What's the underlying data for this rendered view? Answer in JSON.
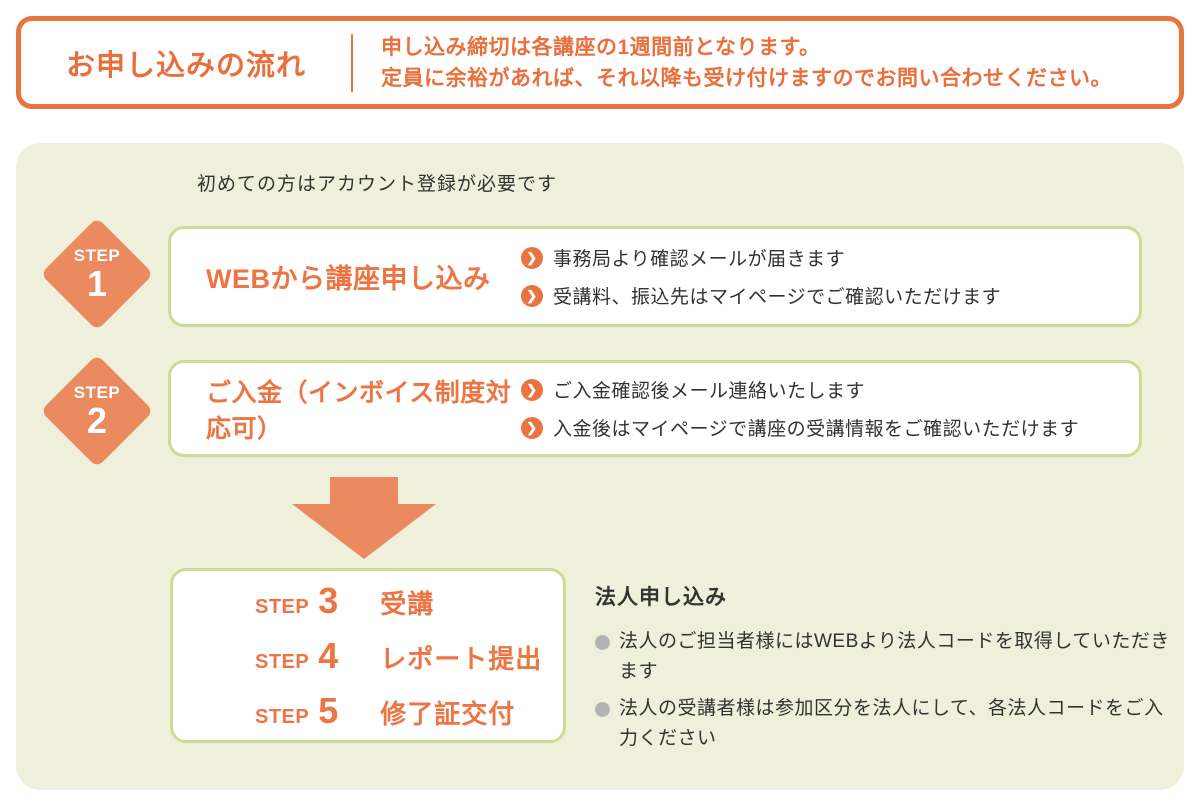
{
  "colors": {
    "accent_orange": "#e8703d",
    "accent_orange_light": "#eb8a5f",
    "bullet_orange": "#e8743f",
    "panel_green": "#eef0dc",
    "box_border_green": "#c9dc98",
    "text_dark": "#323232",
    "gray_dot": "#b3b3b3"
  },
  "header": {
    "title": "お申し込みの流れ",
    "note_line1": "申し込み締切は各講座の1週間前となります。",
    "note_line2": "定員に余裕があれば、それ以降も受け付けますのでお問い合わせください。"
  },
  "flow": {
    "intro": "初めての方はアカウント登録が必要です",
    "steps": [
      {
        "step_label": "STEP",
        "number": "1",
        "title": "WEBから講座申し込み",
        "points": [
          "事務局より確認メールが届きます",
          "受講料、振込先はマイページでご確認いただけます"
        ]
      },
      {
        "step_label": "STEP",
        "number": "2",
        "title": "ご入金（インボイス制度対応可）",
        "points": [
          "ご入金確認後メール連絡いたします",
          "入金後はマイページで講座の受講情報をご確認いただけます"
        ]
      }
    ],
    "final_steps": [
      {
        "step_label": "STEP",
        "number": "3",
        "title": "受講"
      },
      {
        "step_label": "STEP",
        "number": "4",
        "title": "レポート提出"
      },
      {
        "step_label": "STEP",
        "number": "5",
        "title": "修了証交付"
      }
    ],
    "corporate": {
      "heading": "法人申し込み",
      "points": [
        "法人のご担当者様にはWEBより法人コードを取得していただきます",
        "法人の受講者様は参加区分を法人にして、各法人コードをご入力ください"
      ]
    }
  },
  "icons": {
    "point_chevron": "❯"
  }
}
